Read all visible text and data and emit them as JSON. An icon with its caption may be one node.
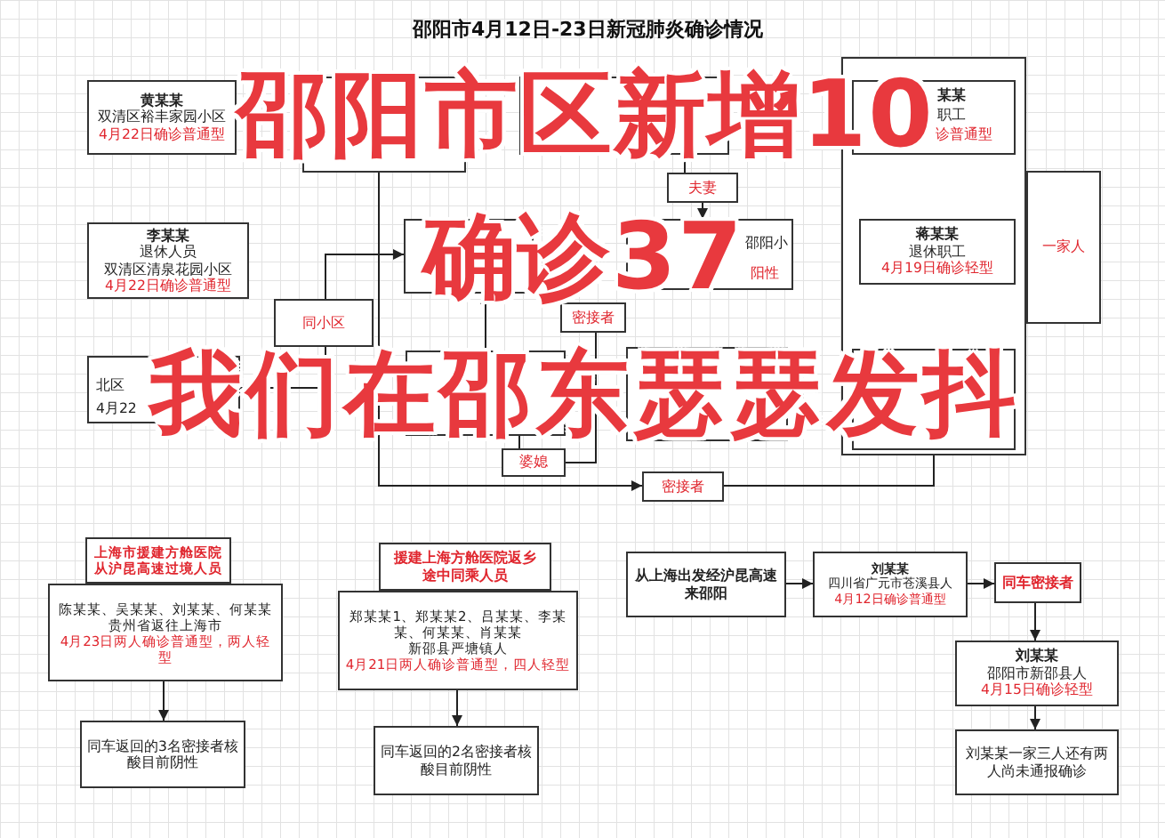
{
  "diagram": {
    "title": "邵阳市4月12日-23日新冠肺炎确诊情况",
    "nodes": [
      {
        "text": [
          "黄某某",
          "双清区裕丰家园小区",
          "4月22日确诊普通型"
        ]
      },
      {
        "text": [
          "李某某",
          "退休人员",
          "双清区清泉花园小区",
          "4月22日确诊普通型"
        ]
      },
      {
        "text": [
          "北区",
          "4月22"
        ]
      },
      {
        "text": [],
        "shape": "box"
      },
      {
        "text": [],
        "shape": "box"
      },
      {
        "text": [
          "同小区"
        ]
      },
      {
        "text": [],
        "shape": "box"
      },
      {
        "text": [
          "夫妻"
        ]
      },
      {
        "text": [
          "邵阳小",
          "阳性"
        ]
      },
      {
        "text": [
          "密接者"
        ]
      },
      {
        "text": [],
        "shape": "box"
      },
      {
        "text": [
          "婆媳"
        ]
      },
      {
        "text": [],
        "shape": "box"
      },
      {
        "text": [
          "密接者"
        ]
      },
      {
        "text": [],
        "shape": "box"
      },
      {
        "text": [
          "某某",
          "职工",
          "诊普通型"
        ],
        "in": 14
      },
      {
        "text": [
          "蒋某某",
          "退休职工",
          "4月19日确诊轻型"
        ],
        "in": 14
      },
      {
        "text": [],
        "shape": "box",
        "in": 14
      },
      {
        "text": [
          "一家人"
        ]
      },
      {
        "text": [
          "上海市援建方舱医院从沪昆高速过境人员"
        ]
      },
      {
        "text": [
          "陈某某、吴某某、刘某某、何某某",
          "贵州省返往上海市",
          "4月23日两人确诊普通型，两人轻型"
        ]
      },
      {
        "text": [
          "同车返回的3名密接者核酸目前阴性"
        ]
      },
      {
        "text": [
          "援建上海方舱医院返乡途中同乘人员"
        ]
      },
      {
        "text": [
          "郑某某1、郑某某2、吕某某、李某某、何某某、肖某某",
          "新邵县严塘镇人",
          "4月21日两人确诊普通型，四人轻型"
        ]
      },
      {
        "text": [
          "同车返回的2名密接者核酸目前阴性"
        ]
      },
      {
        "text": [
          "从上海出发经沪昆高速来邵阳"
        ]
      },
      {
        "text": [
          "刘某某",
          "四川省广元市苍溪县人",
          "4月12日确诊普通型"
        ]
      },
      {
        "text": [
          "同车密接者"
        ]
      },
      {
        "text": [
          "刘某某",
          "邵阳市新邵县人",
          "4月15日确诊轻型"
        ]
      },
      {
        "text": [
          "刘某某一家三人还有两人尚未通报确诊"
        ]
      }
    ],
    "edges": [
      {
        "from": 2,
        "to": 5,
        "arrow": "none"
      },
      {
        "from": 5,
        "to": 6,
        "arrow": "to"
      },
      {
        "from": 3,
        "to": 13,
        "arrow": "to"
      },
      {
        "from": 4,
        "to": 7,
        "arrow": "none"
      },
      {
        "from": 7,
        "to": 8,
        "arrow": "to"
      },
      {
        "from": 10,
        "to": 6,
        "arrow": "to"
      },
      {
        "from": 10,
        "to": 11,
        "arrow": "none"
      },
      {
        "from": 11,
        "to": 9,
        "arrow": "none"
      },
      {
        "from": 13,
        "to": 17,
        "arrow": "none"
      },
      {
        "from": 20,
        "to": 21,
        "arrow": "to"
      },
      {
        "from": 23,
        "to": 24,
        "arrow": "to"
      },
      {
        "from": 25,
        "to": 26,
        "arrow": "to"
      },
      {
        "from": 26,
        "to": 27,
        "arrow": "to"
      },
      {
        "from": 27,
        "to": 28,
        "arrow": "to"
      },
      {
        "from": 28,
        "to": 29,
        "arrow": "to"
      }
    ],
    "labels": [
      "邵阳市区新增10",
      "确诊37",
      "我们在邵东瑟瑟发抖"
    ]
  }
}
